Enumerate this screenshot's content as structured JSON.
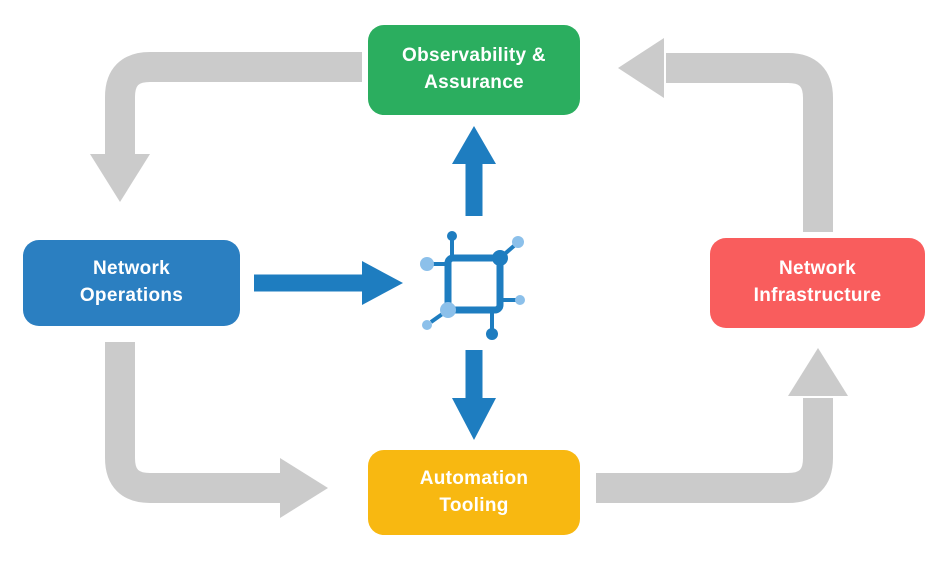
{
  "colors": {
    "green": "#2BAE5F",
    "blue": "#2B7FC1",
    "red": "#F95D5D",
    "yellow": "#F8B811",
    "arrow_gray": "#CBCBCB",
    "arrow_blue": "#1E7DC0",
    "icon_blue": "#1E7DC0",
    "icon_light_blue": "#8CC0EA"
  },
  "nodes": {
    "observability": {
      "line1": "Observability &",
      "line2": "Assurance",
      "color": "#2BAE5F"
    },
    "operations": {
      "line1": "Network",
      "line2": "Operations",
      "color": "#2B7FC1"
    },
    "infrastructure": {
      "line1": "Network",
      "line2": "Infrastructure",
      "color": "#F95D5D"
    },
    "automation": {
      "line1": "Automation",
      "line2": "Tooling",
      "color": "#F8B811"
    }
  },
  "center_icon": "network-nodes-icon",
  "flows": [
    {
      "from": "Observability & Assurance",
      "to": "Network Operations",
      "style": "gray-curved"
    },
    {
      "from": "Network Operations",
      "to": "Automation Tooling",
      "style": "gray-curved"
    },
    {
      "from": "Automation Tooling",
      "to": "Network Infrastructure",
      "style": "gray-curved"
    },
    {
      "from": "Network Infrastructure",
      "to": "Observability & Assurance",
      "style": "gray-curved"
    },
    {
      "from": "Network Operations",
      "to": "center-icon",
      "style": "blue-straight"
    },
    {
      "from": "center-icon",
      "to": "Observability & Assurance",
      "style": "blue-straight"
    },
    {
      "from": "center-icon",
      "to": "Automation Tooling",
      "style": "blue-straight"
    }
  ]
}
